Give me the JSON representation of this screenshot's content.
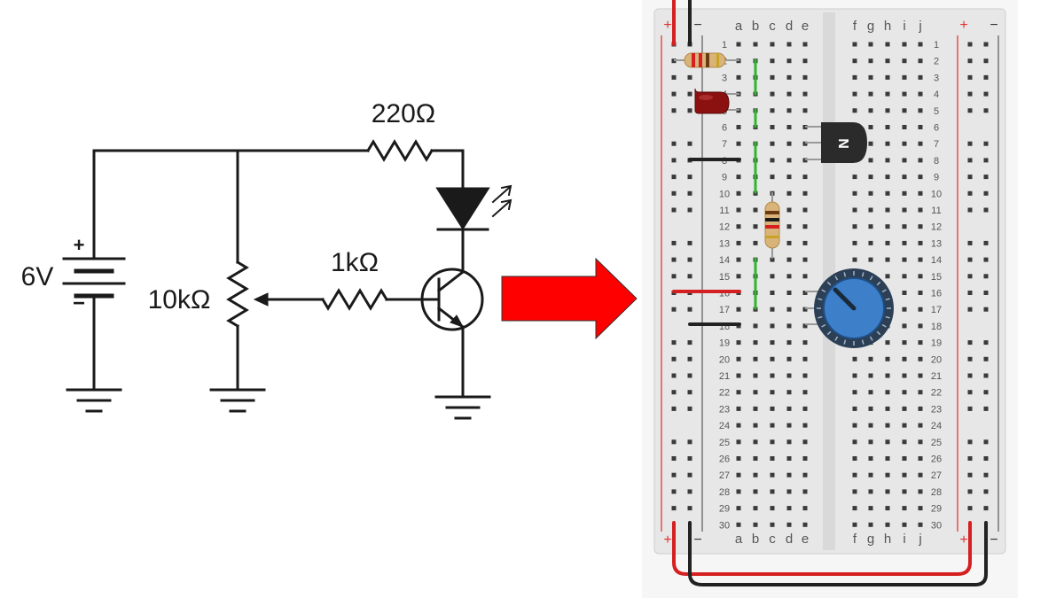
{
  "schematic": {
    "battery_label": "6V",
    "battery_plus": "+",
    "battery_minus": "−",
    "resistor_top_label": "220Ω",
    "resistor_base_label": "1kΩ",
    "potentiometer_label": "10kΩ"
  },
  "breadboard": {
    "columns_left": [
      "a",
      "b",
      "c",
      "d",
      "e"
    ],
    "columns_right": [
      "f",
      "g",
      "h",
      "i",
      "j"
    ],
    "row_count": 30,
    "rail_plus": "+",
    "rail_minus": "−",
    "transistor_marking": "N"
  },
  "colors": {
    "arrow": "#ff0000",
    "wire_red": "#d42020",
    "wire_black": "#222222",
    "board": "#e7e7e7",
    "led": "#8b1010",
    "pot_knob": "#3d7fc9",
    "transistor": "#2b2b2b",
    "connection_highlight": "#2fb52f"
  }
}
